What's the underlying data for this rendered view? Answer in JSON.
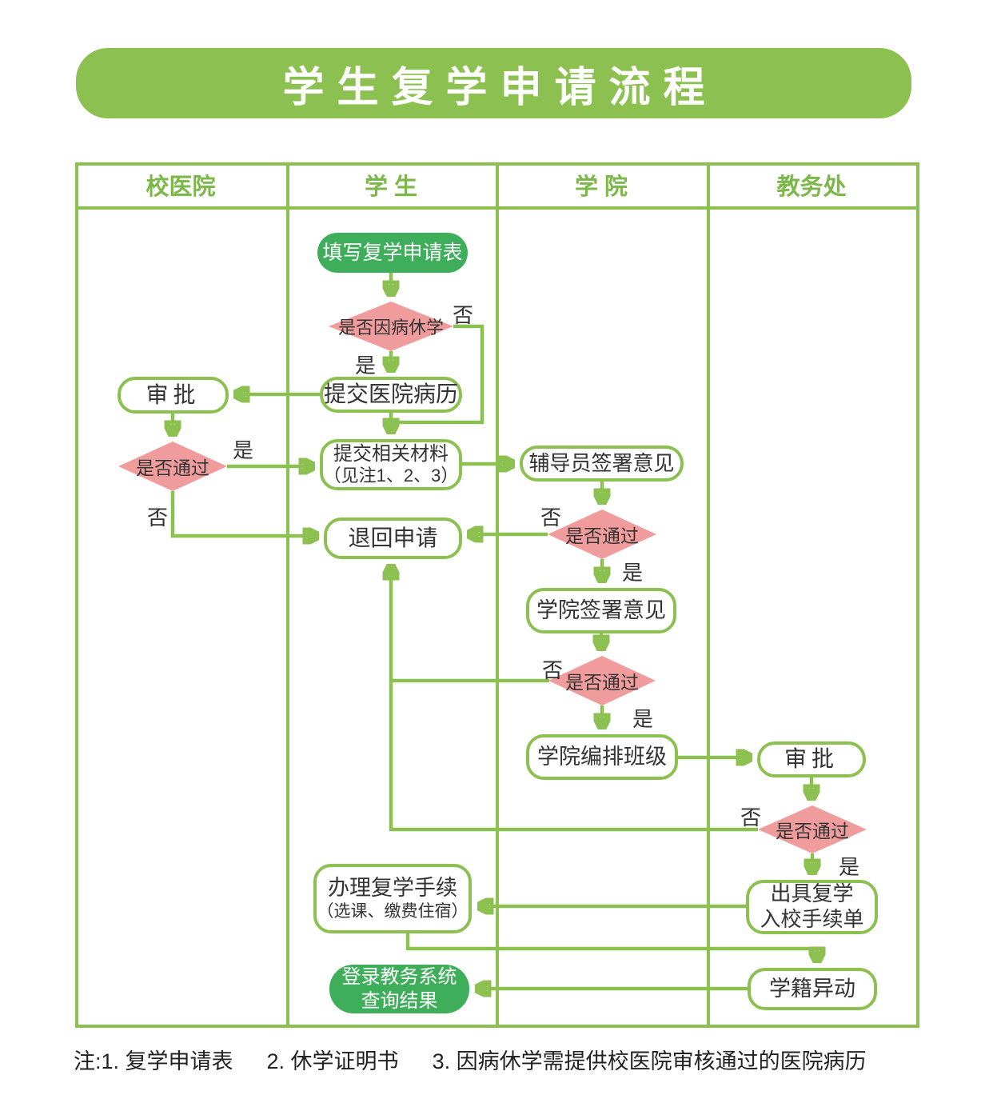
{
  "title": "学生复学申请流程",
  "columns": [
    "校医院",
    "学 生",
    "学 院",
    "教务处"
  ],
  "nodes": {
    "fill_form": "填写复学申请表",
    "is_sick_leave": "是否因病休学",
    "submit_medical_records": "提交医院病历",
    "hospital_approve": "审批",
    "hospital_pass": "是否通过",
    "submit_materials_line1": "提交相关材料",
    "submit_materials_line2": "（见注1、2、3）",
    "counselor_sign": "辅导员签署意见",
    "counselor_pass": "是否通过",
    "return_application": "退回申请",
    "college_sign": "学院签署意见",
    "college_pass": "是否通过",
    "arrange_class": "学院编排班级",
    "academic_approve": "审批",
    "academic_pass": "是否通过",
    "issue_form_line1": "出具复学",
    "issue_form_line2": "入校手续单",
    "handle_procedures_line1": "办理复学手续",
    "handle_procedures_line2": "（选课、缴费住宿）",
    "status_change": "学籍异动",
    "login_system_line1": "登录教务系统",
    "login_system_line2": "查询结果"
  },
  "edge_labels": {
    "yes": "是",
    "no": "否"
  },
  "note": {
    "prefix": "注:1. ",
    "items": [
      "复学申请表",
      "2. 休学证明书",
      "3. 因病休学需提供校医院审核通过的医院病历"
    ]
  },
  "colors": {
    "banner_green": "#8cc152",
    "node_fill_green": "#3fae5b",
    "diamond_pink": "#f09c9d",
    "text_dark": "#333333",
    "header_green": "#7cb849",
    "background": "#ffffff"
  }
}
